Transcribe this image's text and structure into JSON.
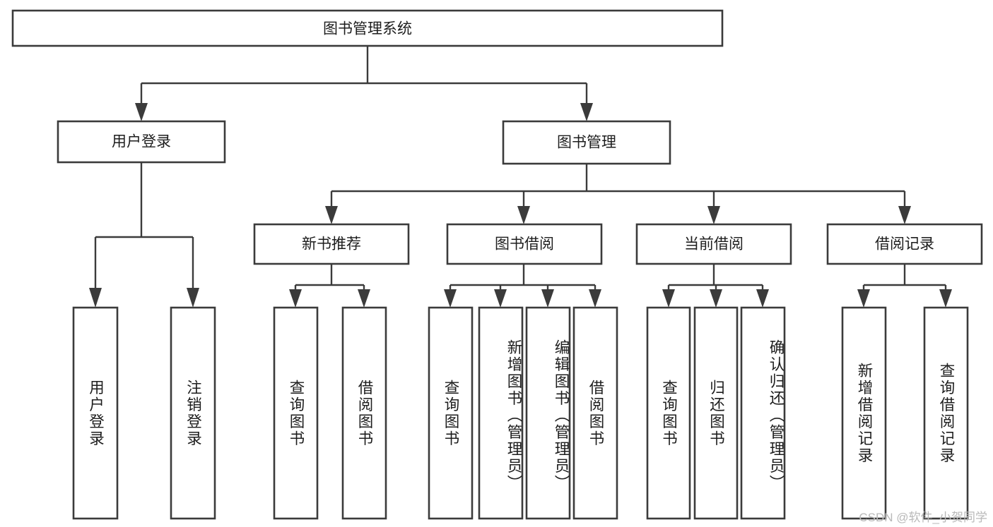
{
  "diagram": {
    "type": "tree-hierarchy",
    "title": "图书管理系统",
    "orientation": "top-down",
    "colors": {
      "box_stroke": "#3b3b3b",
      "box_fill": "#ffffff",
      "connector": "#3b3b3b",
      "text": "#1d1d1d",
      "background": "#ffffff",
      "watermark": "#b9b9b9"
    },
    "root": {
      "id": "root",
      "label": "图书管理系统"
    },
    "level1": [
      {
        "id": "user-login",
        "label": "用户登录"
      },
      {
        "id": "book-manage",
        "label": "图书管理"
      }
    ],
    "level2": [
      {
        "id": "new-book-recommend",
        "label": "新书推荐",
        "parent": "book-manage"
      },
      {
        "id": "book-borrow",
        "label": "图书借阅",
        "parent": "book-manage"
      },
      {
        "id": "current-borrow",
        "label": "当前借阅",
        "parent": "book-manage"
      },
      {
        "id": "borrow-record",
        "label": "借阅记录",
        "parent": "book-manage"
      }
    ],
    "leaves": [
      {
        "id": "leaf-user-login",
        "label": "用户登录",
        "parent": "user-login"
      },
      {
        "id": "leaf-logout",
        "label": "注销登录",
        "parent": "user-login"
      },
      {
        "id": "leaf-query-book-1",
        "label": "查询图书",
        "parent": "new-book-recommend"
      },
      {
        "id": "leaf-borrow-book-1",
        "label": "借阅图书",
        "parent": "new-book-recommend"
      },
      {
        "id": "leaf-query-book-2",
        "label": "查询图书",
        "parent": "book-borrow"
      },
      {
        "id": "leaf-add-book",
        "label": "新增图书（管理员）",
        "parent": "book-borrow"
      },
      {
        "id": "leaf-edit-book",
        "label": "编辑图书（管理员）",
        "parent": "book-borrow"
      },
      {
        "id": "leaf-borrow-book-2",
        "label": "借阅图书",
        "parent": "book-borrow"
      },
      {
        "id": "leaf-query-book-3",
        "label": "查询图书",
        "parent": "current-borrow"
      },
      {
        "id": "leaf-return-book",
        "label": "归还图书",
        "parent": "current-borrow"
      },
      {
        "id": "leaf-confirm-return",
        "label": "确认归还（管理员）",
        "parent": "current-borrow"
      },
      {
        "id": "leaf-add-record",
        "label": "新增借阅记录",
        "parent": "borrow-record"
      },
      {
        "id": "leaf-query-record",
        "label": "查询借阅记录",
        "parent": "borrow-record"
      }
    ]
  },
  "watermark": {
    "text": "CSDN @软件_小贺同学"
  }
}
